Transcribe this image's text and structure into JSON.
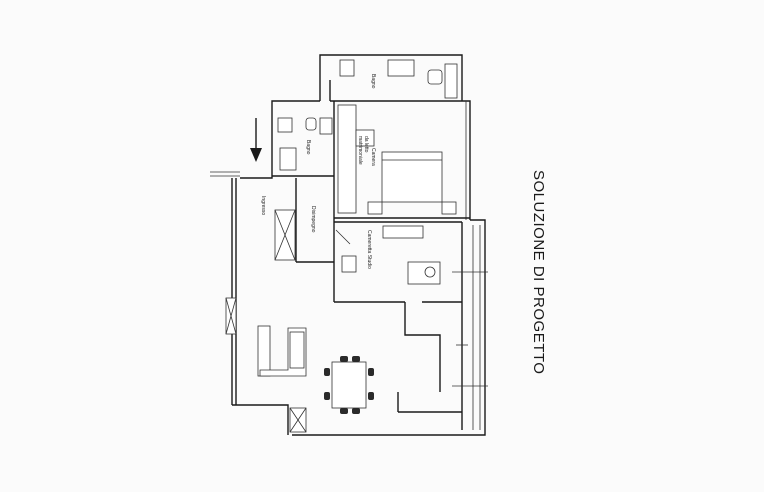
{
  "title": "SOLUZIONE DI PROGETTO",
  "rooms": {
    "bagno_top": "Bagno",
    "bagno_small": "Bagno",
    "camera": "Camera",
    "camera_sub1": "da letto",
    "camera_sub2": "matrimoniale",
    "cameretta": "Cameretta Studio",
    "disimpegno": "Disimpegno",
    "ingresso": "Ingresso"
  },
  "colors": {
    "line": "#1a1a1a",
    "paper": "#fbfbfb"
  },
  "icons": {
    "entry_arrow": "arrow-down-icon"
  }
}
